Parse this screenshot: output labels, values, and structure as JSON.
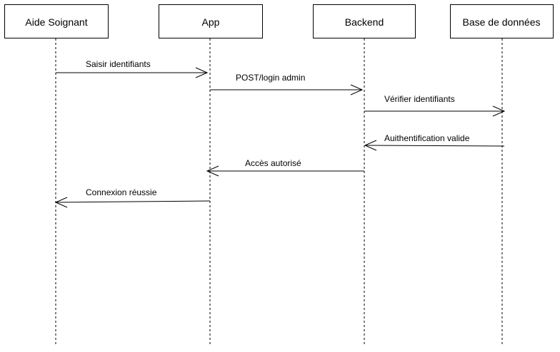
{
  "diagram": {
    "type": "sequence",
    "participants": [
      {
        "id": "aide",
        "name": "Aide Soignant"
      },
      {
        "id": "app",
        "name": "App"
      },
      {
        "id": "backend",
        "name": "Backend"
      },
      {
        "id": "db",
        "name": "Base de données"
      }
    ],
    "messages": [
      {
        "from": "aide",
        "to": "app",
        "label": "Saisir identifiants"
      },
      {
        "from": "app",
        "to": "backend",
        "label": "POST/login admin"
      },
      {
        "from": "backend",
        "to": "db",
        "label": "Vérifier identifiants"
      },
      {
        "from": "db",
        "to": "backend",
        "label": "Auithentification valide"
      },
      {
        "from": "backend",
        "to": "app",
        "label": "Accès autorisé"
      },
      {
        "from": "app",
        "to": "aide",
        "label": "Connexion réussie"
      }
    ]
  }
}
